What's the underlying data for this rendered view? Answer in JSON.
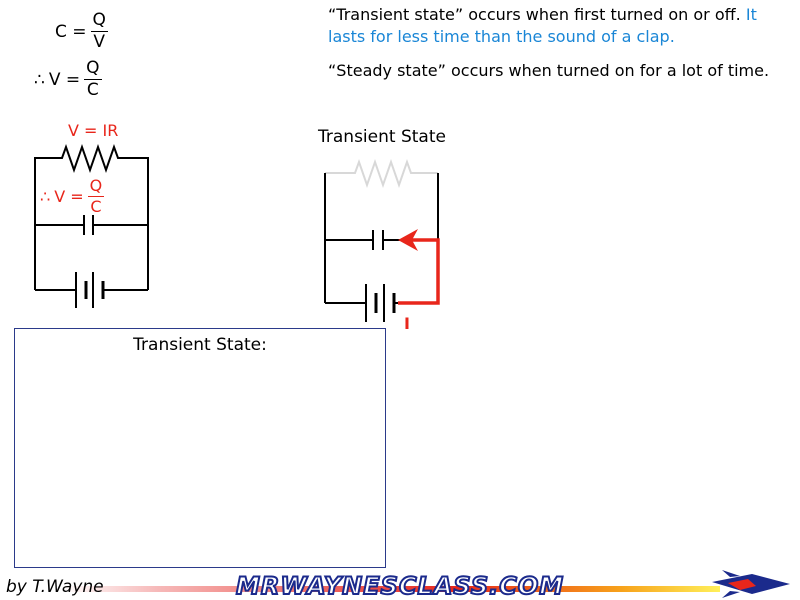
{
  "formulas": {
    "capacitance": {
      "lhs": "C =",
      "num": "Q",
      "den": "V"
    },
    "voltage": {
      "therefore": "∴",
      "lhs": "V =",
      "num": "Q",
      "den": "C"
    }
  },
  "descriptions": {
    "transient_prefix": "“Transient state” occurs when first turned on or off.",
    "transient_highlight": "It lasts for less time than the sound of a clap.",
    "steady": "“Steady state” occurs when turned on for a lot of time."
  },
  "circuit_left": {
    "resistor_label": "V = IR",
    "cap_therefore": "∴",
    "cap_lhs": "V =",
    "cap_num": "Q",
    "cap_den": "C"
  },
  "circuit_right": {
    "title": "Transient State",
    "current_label": "I"
  },
  "box": {
    "title": "Transient State:"
  },
  "footer": {
    "author": "by T.Wayne",
    "brand": "MRWAYNESCLASS.COM"
  },
  "colors": {
    "red": "#e8261b",
    "blue": "#1a86d6",
    "faded_resistor": "#d8d8d8",
    "box_border": "#2b3a8a"
  }
}
